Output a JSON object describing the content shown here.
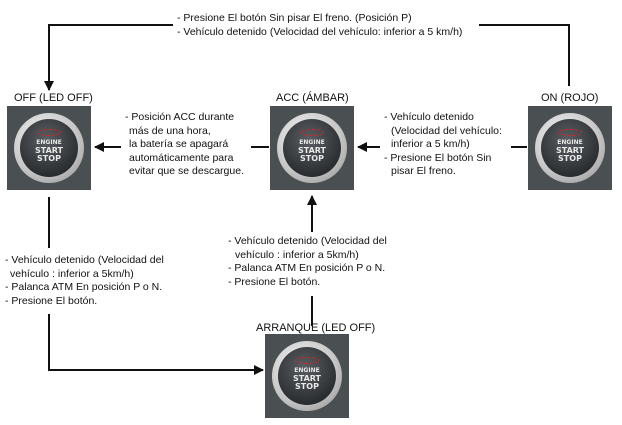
{
  "states": {
    "off": {
      "label": "OFF (LED OFF)"
    },
    "acc": {
      "label": "ACC (ÁMBAR)"
    },
    "on": {
      "label": "ON (ROJO)"
    },
    "start": {
      "label": "ARRANQUE (LED OFF)"
    }
  },
  "button": {
    "line1": "ENGINE",
    "line2": "START",
    "line3": "STOP"
  },
  "transitions": {
    "on_to_off": [
      "- Presione El botón Sin pisar El freno. (Posición P)",
      "- Vehículo detenido (Velocidad del vehículo: inferior a 5 km/h)"
    ],
    "acc_to_off": [
      "- Posición ACC durante",
      "más de una hora,",
      "la batería se apagará",
      "automáticamente para",
      "evitar que se descargue."
    ],
    "on_to_acc": [
      "- Vehículo detenido",
      "(Velocidad del vehículo:",
      "inferior a 5 km/h)",
      "- Presione El botón Sin",
      "pisar El freno."
    ],
    "off_to_start": [
      "- Vehículo detenido (Velocidad del",
      "vehículo : inferior a 5km/h)",
      "- Palanca ATM En posición P o N.",
      "- Presione El botón."
    ],
    "start_to_acc": [
      "- Vehículo detenido (Velocidad del",
      "vehículo : inferior a 5km/h)",
      "- Palanca ATM En posición P o N.",
      "- Presione El botón."
    ]
  },
  "colors": {
    "line": "#111111",
    "led_ring": "#e02020"
  }
}
